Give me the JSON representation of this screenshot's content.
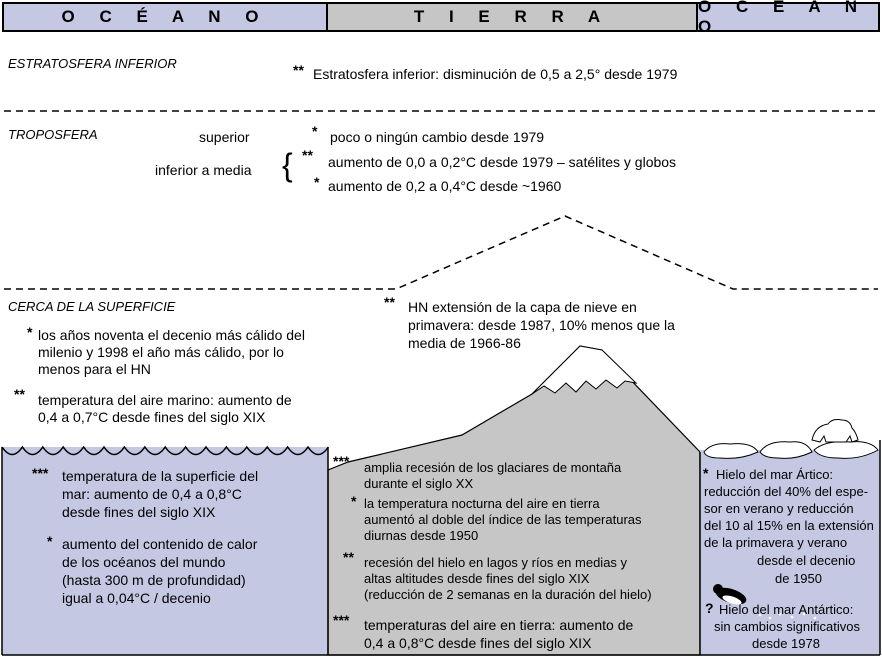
{
  "header": {
    "ocean_left": "O C É A N O",
    "land": "T I E R R A",
    "ocean_right": "O C É A N O"
  },
  "colors": {
    "ocean": "#c4c8e2",
    "land": "#c6c6c6",
    "snow": "#ffffff"
  },
  "stratosphere": {
    "label": "ESTRATOSFERA INFERIOR",
    "stars": "**",
    "text": "Estratosfera inferior: disminución de 0,5 a 2,5° desde 1979"
  },
  "troposphere": {
    "label": "TROPOSFERA",
    "upper_label": "superior",
    "upper_stars": "*",
    "upper_text": "poco o ningún cambio desde 1979",
    "lower_label": "inferior a media",
    "brace": "{",
    "lower_1_stars": "**",
    "lower_1_text": "aumento de 0,0 a 0,2°C desde 1979 – satélites y globos",
    "lower_2_stars": "*",
    "lower_2_text": "aumento de 0,2 a 0,4°C desde ~1960"
  },
  "surface": {
    "label": "CERCA DE LA SUPERFICIE",
    "decade_stars": "*",
    "decade_lines": [
      "los años noventa el decenio más cálido del",
      "milenio y 1998 el año más cálido, por lo",
      "menos para el HN"
    ],
    "marine_stars": "**",
    "marine_lines": [
      "temperatura del aire marino: aumento de",
      "0,4 a 0,7°C desde fines del siglo XIX"
    ],
    "snow_stars": "**",
    "snow_lines": [
      "HN extensión de la capa de nieve en",
      "primavera: desde 1987, 10% menos que la",
      "media de 1966-86"
    ]
  },
  "ocean_left": {
    "sst_stars": "***",
    "sst_lines": [
      "temperatura de la superficie del",
      "mar: aumento de 0,4 a 0,8°C",
      "desde fines del siglo XIX"
    ],
    "heat_stars": "*",
    "heat_lines": [
      "aumento del contenido de calor",
      "de los océanos del mundo",
      "(hasta 300 m de profundidad)",
      "igual a 0,04°C / decenio"
    ]
  },
  "land": {
    "glacier_stars": "***",
    "glacier_lines": [
      "amplia recesión de los glaciares de montaña",
      "durante el siglo XX"
    ],
    "night_stars": "*",
    "night_lines": [
      "la temperatura nocturna del aire en tierra",
      "aumentó al doble del índice de las temperaturas",
      "diurnas desde 1950"
    ],
    "ice_stars": "**",
    "ice_lines": [
      "recesión del hielo en lagos y ríos en medias y",
      "altas altitudes desde fines del siglo XIX",
      "(reducción de 2 semanas en la duración del hielo)"
    ],
    "air_stars": "***",
    "air_lines": [
      "temperaturas del aire en tierra: aumento de",
      "0,4 a 0,8°C desde fines del siglo XIX"
    ]
  },
  "ocean_right": {
    "arctic_stars": "*",
    "arctic_lines": [
      "Hielo del mar Ártico:",
      "reducción del 40% del espe-",
      "sor en verano y reducción",
      "del 10 al 15% en la extensión",
      "de la primavera y verano",
      "desde el decenio",
      "de 1950"
    ],
    "antarctic_mark": "?",
    "antarctic_lines": [
      "Hielo del mar Antártico:",
      "sin cambios significativos",
      "desde 1978"
    ]
  }
}
